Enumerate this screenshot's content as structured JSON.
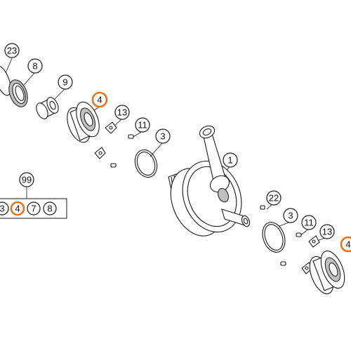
{
  "callouts": {
    "p23": "23",
    "p8": "8",
    "p9": "9",
    "p4_top": "4",
    "p13_top": "13",
    "p11": "11",
    "p3_top": "3",
    "p1": "1",
    "p99": "99",
    "kit_first": "3",
    "kit_4": "4",
    "kit_7": "7",
    "kit_8": "8",
    "p22": "22",
    "p3_right": "3",
    "p11_right": "11",
    "p13_right": "13",
    "p4_right": "4"
  },
  "colors": {
    "highlight": "#e8731a",
    "line": "#1a1a1a",
    "background": "#ffffff"
  }
}
